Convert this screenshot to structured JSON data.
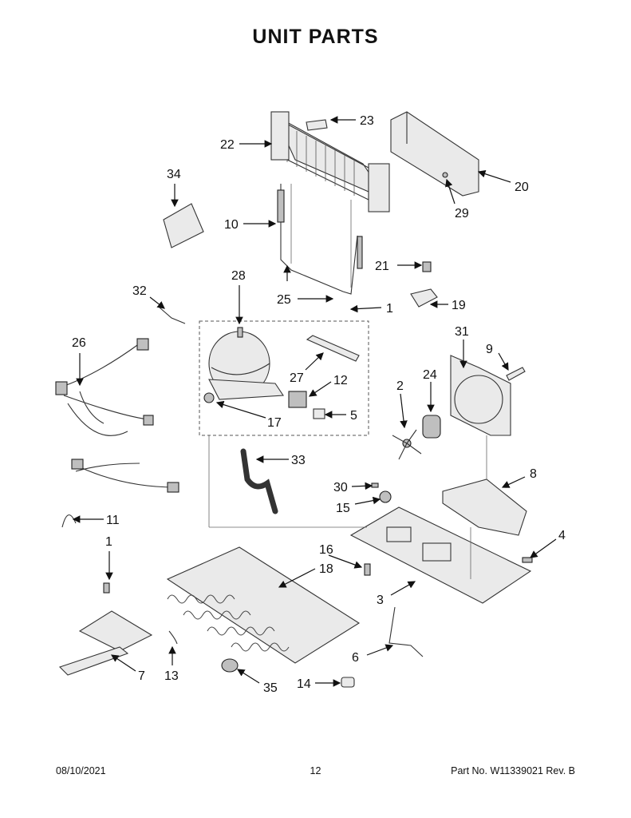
{
  "page": {
    "title": "UNIT PARTS",
    "footer_date": "08/10/2021",
    "footer_page": "12",
    "footer_part": "Part No.  W11339021  Rev.  B"
  },
  "callouts": [
    "23",
    "22",
    "20",
    "29",
    "34",
    "10",
    "21",
    "19",
    "28",
    "32",
    "25",
    "1",
    "31",
    "9",
    "26",
    "27",
    "12",
    "24",
    "2",
    "17",
    "5",
    "33",
    "8",
    "30",
    "15",
    "11",
    "4",
    "1",
    "16",
    "18",
    "3",
    "6",
    "7",
    "13",
    "35",
    "14"
  ]
}
